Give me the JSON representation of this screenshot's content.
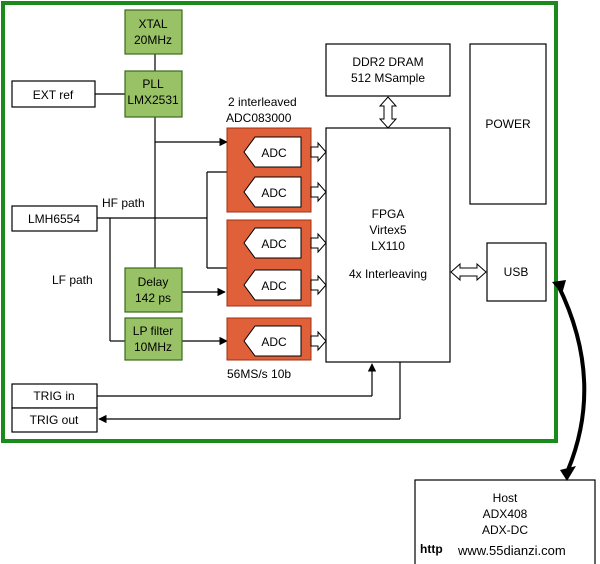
{
  "colors": {
    "board_border": "#1a8a1a",
    "green_block": "#99c266",
    "green_block_border": "#3a6a1a",
    "adc_orange": "#e0603a",
    "line": "#000000",
    "arrow_fill": "#ffffff",
    "link_arrow": "#000000",
    "watermark_red": "#e04040",
    "watermark_blue": "#2a4aa0"
  },
  "blocks": {
    "xtal": {
      "line1": "XTAL",
      "line2": "20MHz"
    },
    "pll": {
      "line1": "PLL",
      "line2": "LMX2531"
    },
    "ext_ref": "EXT ref",
    "lmh": "LMH6554",
    "delay": {
      "line1": "Delay",
      "line2": "142 ps"
    },
    "lp_filter": {
      "line1": "LP filter",
      "line2": "10MHz"
    },
    "ddr": {
      "line1": "DDR2 DRAM",
      "line2": "512 MSample"
    },
    "power": "POWER",
    "fpga": {
      "line1": "FPGA",
      "line2": "Virtex5",
      "line3": "LX110",
      "line4": "4x Interleaving"
    },
    "usb": "USB",
    "trig_in": "TRIG in",
    "trig_out": "TRIG out",
    "host": {
      "line1": "Host",
      "line2": "ADX408",
      "line3": "ADX-DC"
    }
  },
  "labels": {
    "adc_group": {
      "line1": "2 interleaved",
      "line2": "ADC083000"
    },
    "hf_path": "HF path",
    "lf_path": "LF path",
    "rate": "56MS/s 10b",
    "adc": "ADC"
  },
  "watermark": {
    "prefix": "http",
    "site": "www.55dianzi.com"
  }
}
